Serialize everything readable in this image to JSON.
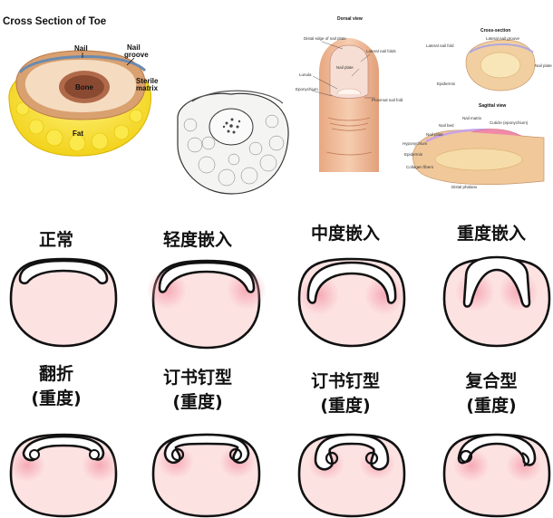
{
  "top": {
    "toe": {
      "title": "Cross Section of Toe",
      "nail": "Nail",
      "nail_groove_1": "Nail",
      "nail_groove_2": "groove",
      "bone": "Bone",
      "sterile_1": "Sterile",
      "sterile_2": "matrix",
      "fat": "Fat"
    },
    "anatomy": {
      "dorsal_title": "Dorsal view",
      "dorsal_labels": [
        "Distal edge of nail plate",
        "Lateral nail folds",
        "Lunula",
        "Nail plate",
        "Eponychium",
        "Proximal nail fold"
      ],
      "cross_title": "Cross-section",
      "cross_labels": [
        "Lateral nail groove",
        "Lateral nail fold",
        "Nail plate",
        "Epidermis"
      ],
      "sagittal_title": "Sagittal view",
      "sagittal_labels": [
        "Nail matrix",
        "Cuticle (eponychium)",
        "Nail bed",
        "Nail plate",
        "Hyponychium",
        "Epidermis",
        "Collagen fibers",
        "Distal phalanx"
      ]
    }
  },
  "row1": {
    "normal": "正常",
    "mild": "轻度嵌入",
    "moderate": "中度嵌入",
    "severe": "重度嵌入"
  },
  "row2": {
    "flip_1": "翻折",
    "flip_2": "(重度)",
    "staple_a_1": "订书钉型",
    "staple_a_2": "(重度)",
    "staple_b_1": "订书钉型",
    "staple_b_2": "(重度)",
    "compound_1": "复合型",
    "compound_2": "(重度)"
  }
}
